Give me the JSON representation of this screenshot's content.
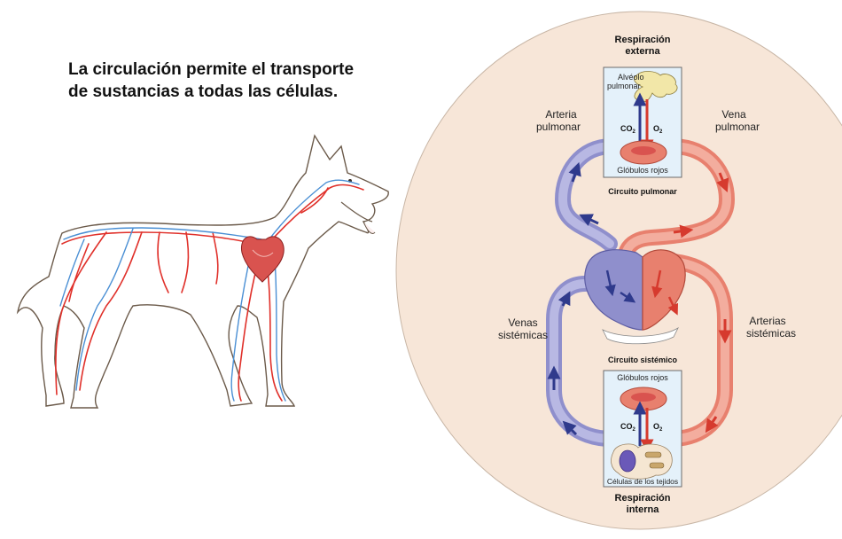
{
  "title": {
    "line1": "La circulación permite el transporte",
    "line2": "de sustancias a todas las células."
  },
  "diagram": {
    "external_respiration": {
      "line1": "Respiración",
      "line2": "externa"
    },
    "internal_respiration": {
      "line1": "Respiración",
      "line2": "interna"
    },
    "top_panel": {
      "alveolus_line1": "Alvéolo",
      "alveolus_line2": "pulmonar",
      "co2_main": "CO",
      "co2_sub": "2",
      "o2_main": "O",
      "o2_sub": "2",
      "cells": "Glóbulos rojos"
    },
    "bottom_panel": {
      "cells": "Glóbulos rojos",
      "co2_main": "CO",
      "co2_sub": "2",
      "o2_main": "O",
      "o2_sub": "2",
      "tissue": "Células de los tejidos"
    },
    "pulmonary_circuit": "Circuito pulmonar",
    "systemic_circuit": "Circuito sistémico",
    "pulmonary_artery": {
      "line1": "Arteria",
      "line2": "pulmonar"
    },
    "pulmonary_vein": {
      "line1": "Vena",
      "line2": "pulmonar"
    },
    "systemic_veins": {
      "line1": "Venas",
      "line2": "sistémicas"
    },
    "systemic_arteries": {
      "line1": "Arterias",
      "line2": "sistémicas"
    }
  },
  "colors": {
    "background_circle": "#f7e6d8",
    "arterial": "#e8806e",
    "arterial_dark": "#d63a2e",
    "venous": "#8f8fcc",
    "venous_dark": "#2f3a8c",
    "panel_fill": "#e4f1fa"
  },
  "icons": {
    "dog": "dog-silhouette-icon",
    "heart": "heart-icon",
    "red_blood_cell": "red-blood-cell-icon",
    "alveolus": "alveolus-icon"
  }
}
